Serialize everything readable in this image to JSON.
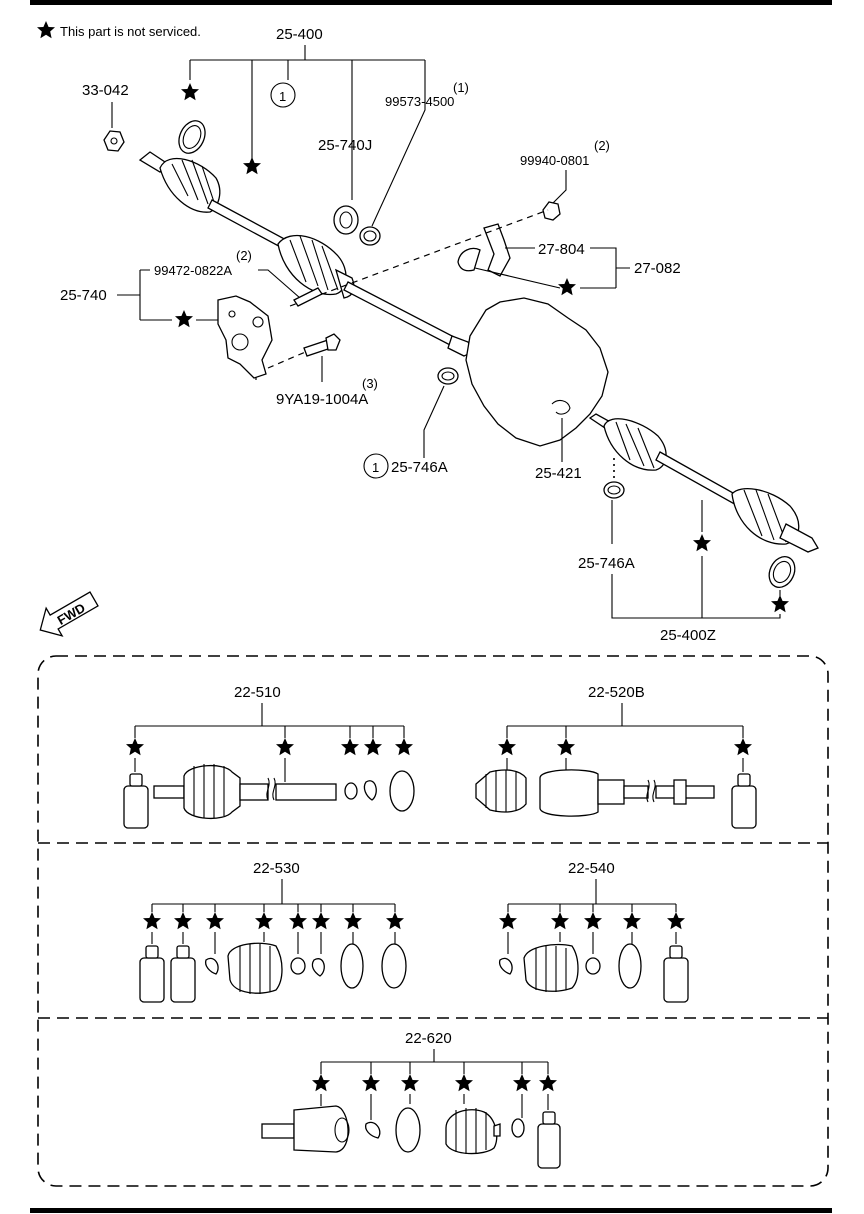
{
  "note": {
    "star": "★",
    "text": "This part is not serviced."
  },
  "upper": {
    "labels": {
      "p25_400": "25-400",
      "p33_042": "33-042",
      "p99573_qty": "(1)",
      "p99573": "99573-4500",
      "p25_740J": "25-740J",
      "callout_1a": "1",
      "p99940_qty": "(2)",
      "p99940": "99940-0801",
      "p27_804": "27-804",
      "p27_082": "27-082",
      "p99472_qty": "(2)",
      "p99472": "99472-0822A",
      "p25_740": "25-740",
      "p9YA19_qty": "(3)",
      "p9YA19": "9YA19-1004A",
      "callout_1b": "1",
      "p25_746A_a": "25-746A",
      "p25_421": "25-421",
      "p25_746A_b": "25-746A",
      "p25_400Z": "25-400Z",
      "fwd": "FWD"
    }
  },
  "kits": {
    "k22_510": "22-510",
    "k22_520B": "22-520B",
    "k22_530": "22-530",
    "k22_540": "22-540",
    "k22_620": "22-620"
  },
  "colors": {
    "line": "#000000",
    "background": "#ffffff"
  },
  "icons": [
    "star-icon",
    "fwd-arrow-icon"
  ]
}
